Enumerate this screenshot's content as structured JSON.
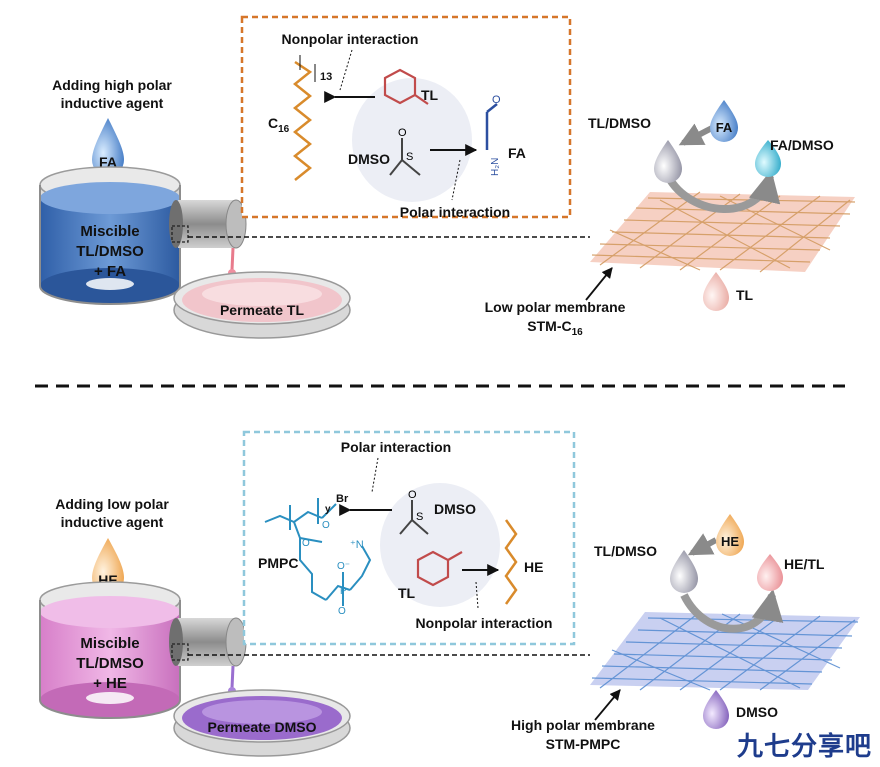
{
  "top": {
    "agent_label_1": "Adding high polar",
    "agent_label_2": "inductive agent",
    "drop_label": "FA",
    "beaker_1": "Miscible",
    "beaker_2": "TL/DMSO",
    "beaker_3": "+ FA",
    "permeate": "Permeate TL",
    "box": {
      "nonpolar": "Nonpolar interaction",
      "c16": "C",
      "c16_sub": "16",
      "n13": "13",
      "tl": "TL",
      "dmso": "DMSO",
      "fa": "FA",
      "polar": "Polar interaction",
      "border_color": "#d6762a"
    },
    "membrane_1": "Low polar membrane",
    "membrane_2": "STM-C",
    "membrane_2_sub": "16",
    "drops": {
      "left": "TL/DMSO",
      "top": "FA",
      "right": "FA/DMSO",
      "bottom": "TL"
    }
  },
  "bottom": {
    "agent_label_1": "Adding low polar",
    "agent_label_2": "inductive agent",
    "drop_label": "HE",
    "beaker_1": "Miscible",
    "beaker_2": "TL/DMSO",
    "beaker_3": "+ HE",
    "permeate": "Permeate DMSO",
    "box": {
      "polar": "Polar interaction",
      "br": "Br",
      "y": "y",
      "pmpc": "PMPC",
      "dmso": "DMSO",
      "tl": "TL",
      "he": "HE",
      "nonpolar": "Nonpolar interaction",
      "border_color": "#8fc8dc"
    },
    "membrane_1": "High polar membrane",
    "membrane_2": "STM-PMPC",
    "drops": {
      "left": "TL/DMSO",
      "top": "HE",
      "right": "HE/TL",
      "bottom": "DMSO"
    }
  },
  "watermark": "九七分享吧"
}
